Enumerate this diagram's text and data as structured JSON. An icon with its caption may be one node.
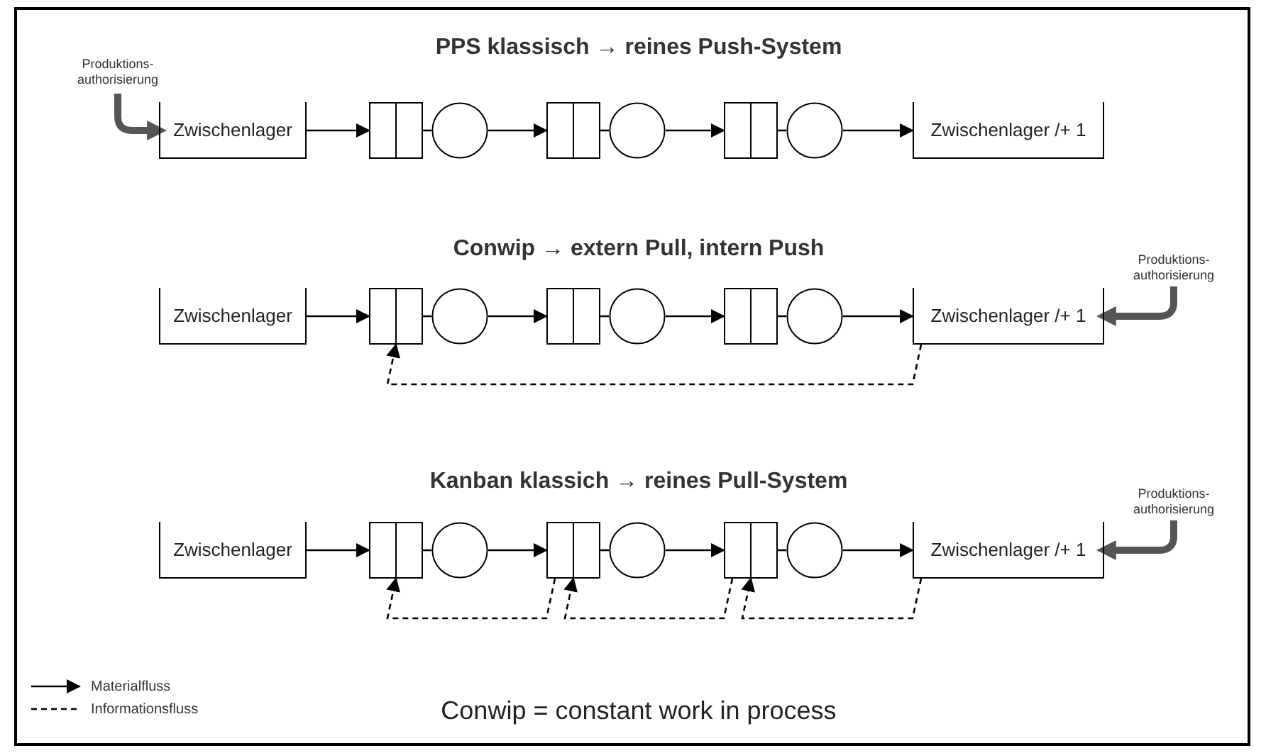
{
  "diagram": {
    "nodes": [
      {
        "text": [
          "Produktions- authorisierung"
        ]
      },
      {
        "text": [
          "Zwischenlager"
        ]
      },
      {
        "text": [],
        "shape": "box"
      },
      {
        "text": [],
        "shape": "circle"
      },
      {
        "text": [],
        "shape": "box"
      },
      {
        "text": [],
        "shape": "circle"
      },
      {
        "text": [],
        "shape": "box"
      },
      {
        "text": [],
        "shape": "circle"
      },
      {
        "text": [
          "Zwischenlager /+ 1"
        ]
      },
      {
        "text": [
          "Zwischenlager"
        ]
      },
      {
        "text": [],
        "shape": "box"
      },
      {
        "text": [],
        "shape": "circle"
      },
      {
        "text": [],
        "shape": "box"
      },
      {
        "text": [],
        "shape": "circle"
      },
      {
        "text": [],
        "shape": "box"
      },
      {
        "text": [],
        "shape": "circle"
      },
      {
        "text": [
          "Zwischenlager /+ 1"
        ]
      },
      {
        "text": [
          "Produktions- authorisierung"
        ]
      },
      {
        "text": [
          "Zwischenlager"
        ]
      },
      {
        "text": [],
        "shape": "box"
      },
      {
        "text": [],
        "shape": "circle"
      },
      {
        "text": [],
        "shape": "box"
      },
      {
        "text": [],
        "shape": "circle"
      },
      {
        "text": [],
        "shape": "box"
      },
      {
        "text": [],
        "shape": "circle"
      },
      {
        "text": [
          "Zwischenlager /+ 1"
        ]
      },
      {
        "text": [
          "Produktions- authorisierung"
        ]
      }
    ],
    "edges": [
      {
        "from": 0,
        "to": 1,
        "arrow": "to",
        "style": "thick",
        "color": "#555555"
      },
      {
        "from": 1,
        "to": 2,
        "arrow": "to"
      },
      {
        "from": 2,
        "to": 3,
        "arrow": "none"
      },
      {
        "from": 3,
        "to": 4,
        "arrow": "to"
      },
      {
        "from": 4,
        "to": 5,
        "arrow": "none"
      },
      {
        "from": 5,
        "to": 6,
        "arrow": "to"
      },
      {
        "from": 6,
        "to": 7,
        "arrow": "none"
      },
      {
        "from": 7,
        "to": 8,
        "arrow": "to"
      },
      {
        "from": 9,
        "to": 10,
        "arrow": "to"
      },
      {
        "from": 10,
        "to": 11,
        "arrow": "none"
      },
      {
        "from": 11,
        "to": 12,
        "arrow": "to"
      },
      {
        "from": 12,
        "to": 13,
        "arrow": "none"
      },
      {
        "from": 13,
        "to": 14,
        "arrow": "to"
      },
      {
        "from": 14,
        "to": 15,
        "arrow": "none"
      },
      {
        "from": 15,
        "to": 16,
        "arrow": "to"
      },
      {
        "from": 16,
        "to": 10,
        "arrow": "to",
        "style": "dashed"
      },
      {
        "from": 17,
        "to": 16,
        "arrow": "to",
        "style": "thick",
        "color": "#555555"
      },
      {
        "from": 18,
        "to": 19,
        "arrow": "to"
      },
      {
        "from": 19,
        "to": 20,
        "arrow": "none"
      },
      {
        "from": 20,
        "to": 21,
        "arrow": "to"
      },
      {
        "from": 21,
        "to": 22,
        "arrow": "none"
      },
      {
        "from": 22,
        "to": 23,
        "arrow": "to"
      },
      {
        "from": 23,
        "to": 24,
        "arrow": "none"
      },
      {
        "from": 24,
        "to": 25,
        "arrow": "to"
      },
      {
        "from": 21,
        "to": 19,
        "arrow": "to",
        "style": "dashed"
      },
      {
        "from": 23,
        "to": 21,
        "arrow": "to",
        "style": "dashed"
      },
      {
        "from": 25,
        "to": 23,
        "arrow": "to",
        "style": "dashed"
      },
      {
        "from": 26,
        "to": 25,
        "arrow": "to",
        "style": "thick",
        "color": "#555555"
      }
    ],
    "labels": [
      "PPS klassisch → reines Push-System",
      "Conwip → extern Pull, intern Push",
      "Kanban klassich → reines Pull-System",
      "Conwip = constant work in process"
    ],
    "legend": [
      {
        "text": "Materialfluss"
      },
      {
        "text": "Informationsfluss"
      }
    ]
  }
}
